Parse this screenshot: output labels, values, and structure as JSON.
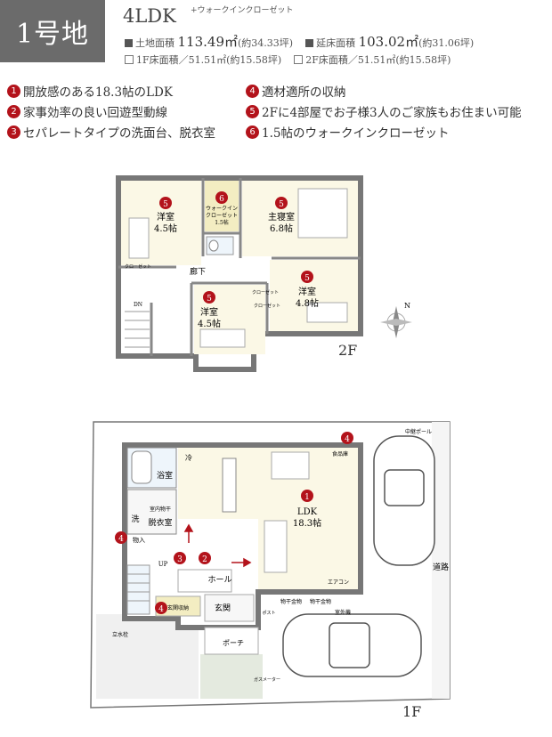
{
  "header": {
    "lot_number": "1号地",
    "plan_type": "4LDK",
    "plan_suffix": "+ウォークインクローゼット",
    "land_area_label": "土地面積",
    "land_area_value": "113.49㎡",
    "land_area_tsubo": "(約34.33坪)",
    "floor_area_label": "延床面積",
    "floor_area_value": "103.02㎡",
    "floor_area_tsubo": "(約31.06坪)",
    "first_floor_text": "1F床面積／51.51㎡(約15.58坪)",
    "second_floor_text": "2F床面積／51.51㎡(約15.58坪)"
  },
  "features": [
    {
      "num": "1",
      "text": "開放感のある18.3帖のLDK"
    },
    {
      "num": "2",
      "text": "家事効率の良い回遊型動線"
    },
    {
      "num": "3",
      "text": "セパレートタイプの洗面台、脱衣室"
    },
    {
      "num": "4",
      "text": "適材適所の収納"
    },
    {
      "num": "5",
      "text": "2Fに4部屋でお子様3人のご家族もお住まい可能"
    },
    {
      "num": "6",
      "text": "1.5帖のウォークインクローゼット"
    }
  ],
  "floor2": {
    "label": "2F",
    "rooms": {
      "w1_name": "洋室",
      "w1_size": "4.5帖",
      "wic_name1": "ウォークイン",
      "wic_name2": "クローゼット",
      "wic_size": "1.5帖",
      "master_name": "主寝室",
      "master_size": "6.8帖",
      "hall": "廊下",
      "w2_name": "洋室",
      "w2_size": "4.5帖",
      "w3_name": "洋室",
      "w3_size": "4.8帖",
      "closet1": "クローゼット",
      "closet2": "クローゼット",
      "closet3": "クローゼット",
      "dn": "DN"
    },
    "markers": [
      "5",
      "6",
      "5",
      "5",
      "5"
    ]
  },
  "floor1": {
    "label": "1F",
    "rooms": {
      "ldk_name": "LDK",
      "ldk_size": "18.3帖",
      "bath": "浴室",
      "wash1": "洗",
      "dressing": "脱衣室",
      "indoor_dry": "室内物干",
      "storage": "物入",
      "hall": "ホール",
      "entrance": "玄関",
      "entrance_storage": "玄関収納",
      "porch": "ポーチ",
      "fridge": "冷",
      "pantry": "食品庫",
      "aircon": "エアコン",
      "outdoor_unit": "室外機",
      "laundry1": "物干金物",
      "laundry2": "物干金物",
      "up": "UP",
      "road": "道路",
      "relay_pole": "中継ポール",
      "standing_water": "立水栓",
      "postbox": "ポスト",
      "meter": "ガスメーター"
    },
    "markers": [
      "1",
      "2",
      "3",
      "4",
      "4",
      "4"
    ]
  },
  "north": "N"
}
